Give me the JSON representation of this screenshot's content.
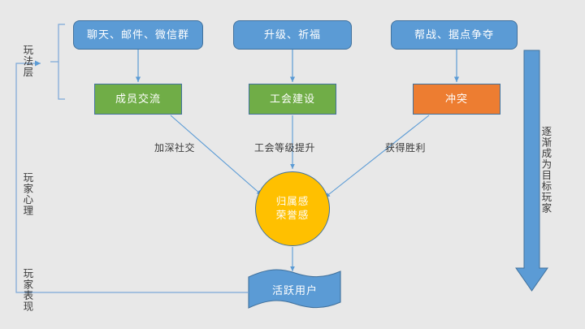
{
  "diagram": {
    "background_color": "#e8e8e8",
    "layers": [
      {
        "id": "gameplay",
        "label": "玩法层"
      },
      {
        "id": "psychology",
        "label": "玩家心理"
      },
      {
        "id": "behavior",
        "label": "玩家表现"
      }
    ],
    "columns": [
      {
        "id": "social",
        "source": {
          "label": "聊天、邮件、微信群",
          "color": "#5b9bd5"
        },
        "system": {
          "label": "成员交流",
          "color": "#70ad47"
        },
        "edge_label": "加深社交"
      },
      {
        "id": "guild",
        "source": {
          "label": "升级、祈福",
          "color": "#5b9bd5"
        },
        "system": {
          "label": "工会建设",
          "color": "#70ad47"
        },
        "edge_label": "工会等级提升"
      },
      {
        "id": "conflict",
        "source": {
          "label": "帮战、据点争夺",
          "color": "#5b9bd5"
        },
        "system": {
          "label": "冲突",
          "color": "#ed7d31"
        },
        "edge_label": "获得胜利"
      }
    ],
    "center": {
      "label_line1": "归属感",
      "label_line2": "荣誉感",
      "color": "#ffc000"
    },
    "outcome": {
      "label": "活跃用户",
      "color": "#5b9bd5"
    },
    "progress_arrow": {
      "label": "逐渐成为目标玩家",
      "color": "#5b9bd5",
      "direction": "down"
    },
    "connector_color": "#5b9bd5"
  }
}
